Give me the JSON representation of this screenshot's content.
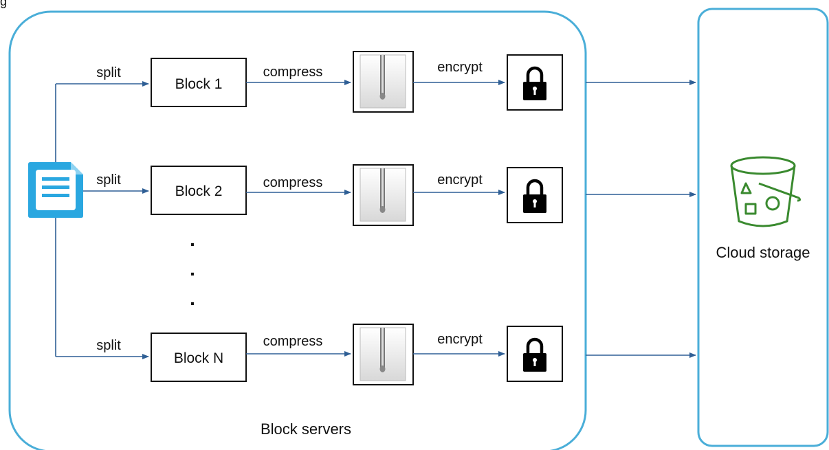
{
  "title_fragment": "g",
  "block_servers": {
    "label": "Block servers"
  },
  "cloud_storage": {
    "label": "Cloud storage"
  },
  "rows": [
    {
      "split_label": "split",
      "block_label": "Block 1",
      "compress_label": "compress",
      "encrypt_label": "encrypt"
    },
    {
      "split_label": "split",
      "block_label": "Block 2",
      "compress_label": "compress",
      "encrypt_label": "encrypt"
    },
    {
      "split_label": "split",
      "block_label": "Block N",
      "compress_label": "compress",
      "encrypt_label": "encrypt"
    }
  ],
  "ellipsis": ".",
  "colors": {
    "container_border": "#4aaed8",
    "arrow": "#2f5f95",
    "file_icon": "#2aa7e0",
    "bucket_icon": "#3a8a2f",
    "box_border": "#111111"
  },
  "icons": {
    "file": "file-document-icon",
    "compressed_file": "zip-file-icon",
    "lock": "lock-icon",
    "bucket": "storage-bucket-icon"
  }
}
